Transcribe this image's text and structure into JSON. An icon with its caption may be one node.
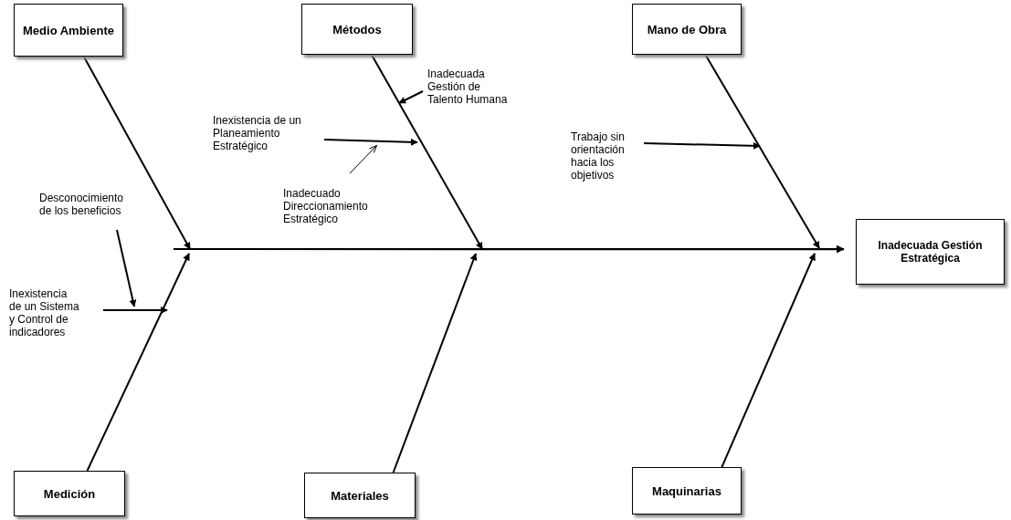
{
  "diagram": {
    "nodes": [
      {
        "text": [
          "Medio Ambiente"
        ]
      },
      {
        "text": [
          "Métodos"
        ]
      },
      {
        "text": [
          "Mano de Obra"
        ]
      },
      {
        "text": [
          "Inadecuada Gestión Estratégica"
        ]
      },
      {
        "text": [
          "Medición"
        ]
      },
      {
        "text": [
          "Materiales"
        ]
      },
      {
        "text": [
          "Maquinarias"
        ]
      },
      {
        "text": [
          "Inadecuada Gestión de Talento Humana"
        ]
      },
      {
        "text": [
          "Inexistencia de un Planeamiento Estratégico"
        ]
      },
      {
        "text": [
          "Trabajo sin orientación hacia los objetivos"
        ]
      },
      {
        "text": [
          "Inadecuado Direccionamiento Estratégico"
        ]
      },
      {
        "text": [
          "Desconocimiento de los beneficios"
        ]
      },
      {
        "text": [
          "Inexistencia de un Sistema y Control de indicadores"
        ]
      }
    ],
    "edges": [
      {
        "from": 0,
        "to": null,
        "arrow": "to"
      },
      {
        "from": 1,
        "to": null,
        "arrow": "to"
      },
      {
        "from": 2,
        "to": null,
        "arrow": "to"
      },
      {
        "from": 4,
        "to": null,
        "arrow": "to"
      },
      {
        "from": 5,
        "to": null,
        "arrow": "to"
      },
      {
        "from": 6,
        "to": null,
        "arrow": "to"
      },
      {
        "from": null,
        "to": 3,
        "arrow": "to"
      },
      {
        "from": 7,
        "to": null,
        "arrow": "to"
      },
      {
        "from": 8,
        "to": null,
        "arrow": "to"
      },
      {
        "from": 9,
        "to": null,
        "arrow": "to"
      },
      {
        "from": 10,
        "to": null,
        "arrow": "to"
      },
      {
        "from": 11,
        "to": null,
        "arrow": "to"
      },
      {
        "from": 12,
        "to": null,
        "arrow": "to"
      }
    ]
  }
}
